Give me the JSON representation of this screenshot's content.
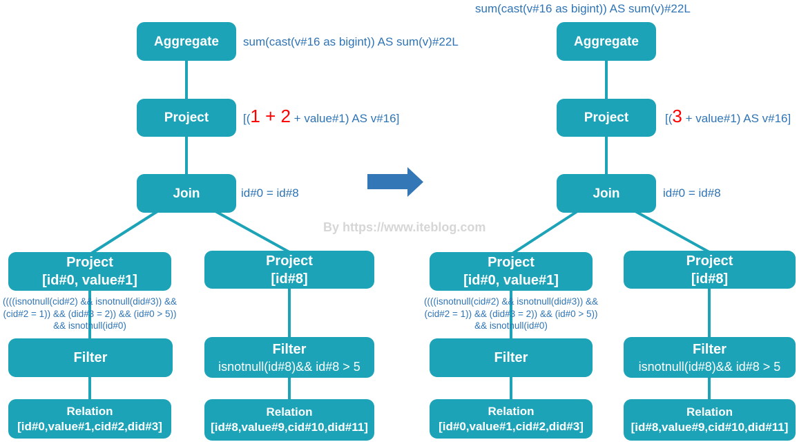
{
  "colors": {
    "node_teal": "#1CA3B7",
    "annotation_blue": "#2E74B5",
    "highlight_red": "#FF0000",
    "arrow_blue": "#3477B6",
    "watermark_gray": "#D6D6D6"
  },
  "watermark": "By https://www.iteblog.com",
  "left_tree": {
    "aggregate_label": "Aggregate",
    "aggregate_annotation": "sum(cast(v#16 as bigint)) AS sum(v)#22L",
    "project_label": "Project",
    "project_annotation": {
      "prefix": "[(",
      "highlight": "1 + 2",
      "suffix": " + value#1) AS v#16]"
    },
    "join_label": "Join",
    "join_annotation": "id#0 = id#8",
    "left_branch": {
      "project_label": "Project",
      "project_sublabel": "[id#0, value#1]",
      "filter_condition_lines": [
        "((((isnotnull(cid#2) && isnotnull(did#3)) &&",
        "(cid#2 = 1)) && (did#3 = 2)) && (id#0 > 5))",
        "&& isnotnull(id#0)"
      ],
      "filter_label": "Filter",
      "relation_label": "Relation",
      "relation_sublabel": "[id#0,value#1,cid#2,did#3]"
    },
    "right_branch": {
      "project_label": "Project",
      "project_sublabel": "[id#8]",
      "filter_label": "Filter",
      "filter_sublabel": "isnotnull(id#8)&& id#8 > 5",
      "relation_label": "Relation",
      "relation_sublabel": "[id#8,value#9,cid#10,did#11]"
    }
  },
  "right_tree": {
    "aggregate_label": "Aggregate",
    "aggregate_annotation": "sum(cast(v#16 as bigint)) AS sum(v)#22L",
    "project_label": "Project",
    "project_annotation": {
      "prefix": "[(",
      "highlight": "3",
      "suffix": " + value#1) AS v#16]"
    },
    "join_label": "Join",
    "join_annotation": "id#0 = id#8",
    "left_branch": {
      "project_label": "Project",
      "project_sublabel": "[id#0, value#1]",
      "filter_condition_lines": [
        "((((isnotnull(cid#2) && isnotnull(did#3)) &&",
        "(cid#2 = 1)) && (did#3 = 2)) && (id#0 > 5))",
        "&& isnotnull(id#0)"
      ],
      "filter_label": "Filter",
      "relation_label": "Relation",
      "relation_sublabel": "[id#0,value#1,cid#2,did#3]"
    },
    "right_branch": {
      "project_label": "Project",
      "project_sublabel": "[id#8]",
      "filter_label": "Filter",
      "filter_sublabel": "isnotnull(id#8)&& id#8 > 5",
      "relation_label": "Relation",
      "relation_sublabel": "[id#8,value#9,cid#10,did#11]"
    }
  }
}
